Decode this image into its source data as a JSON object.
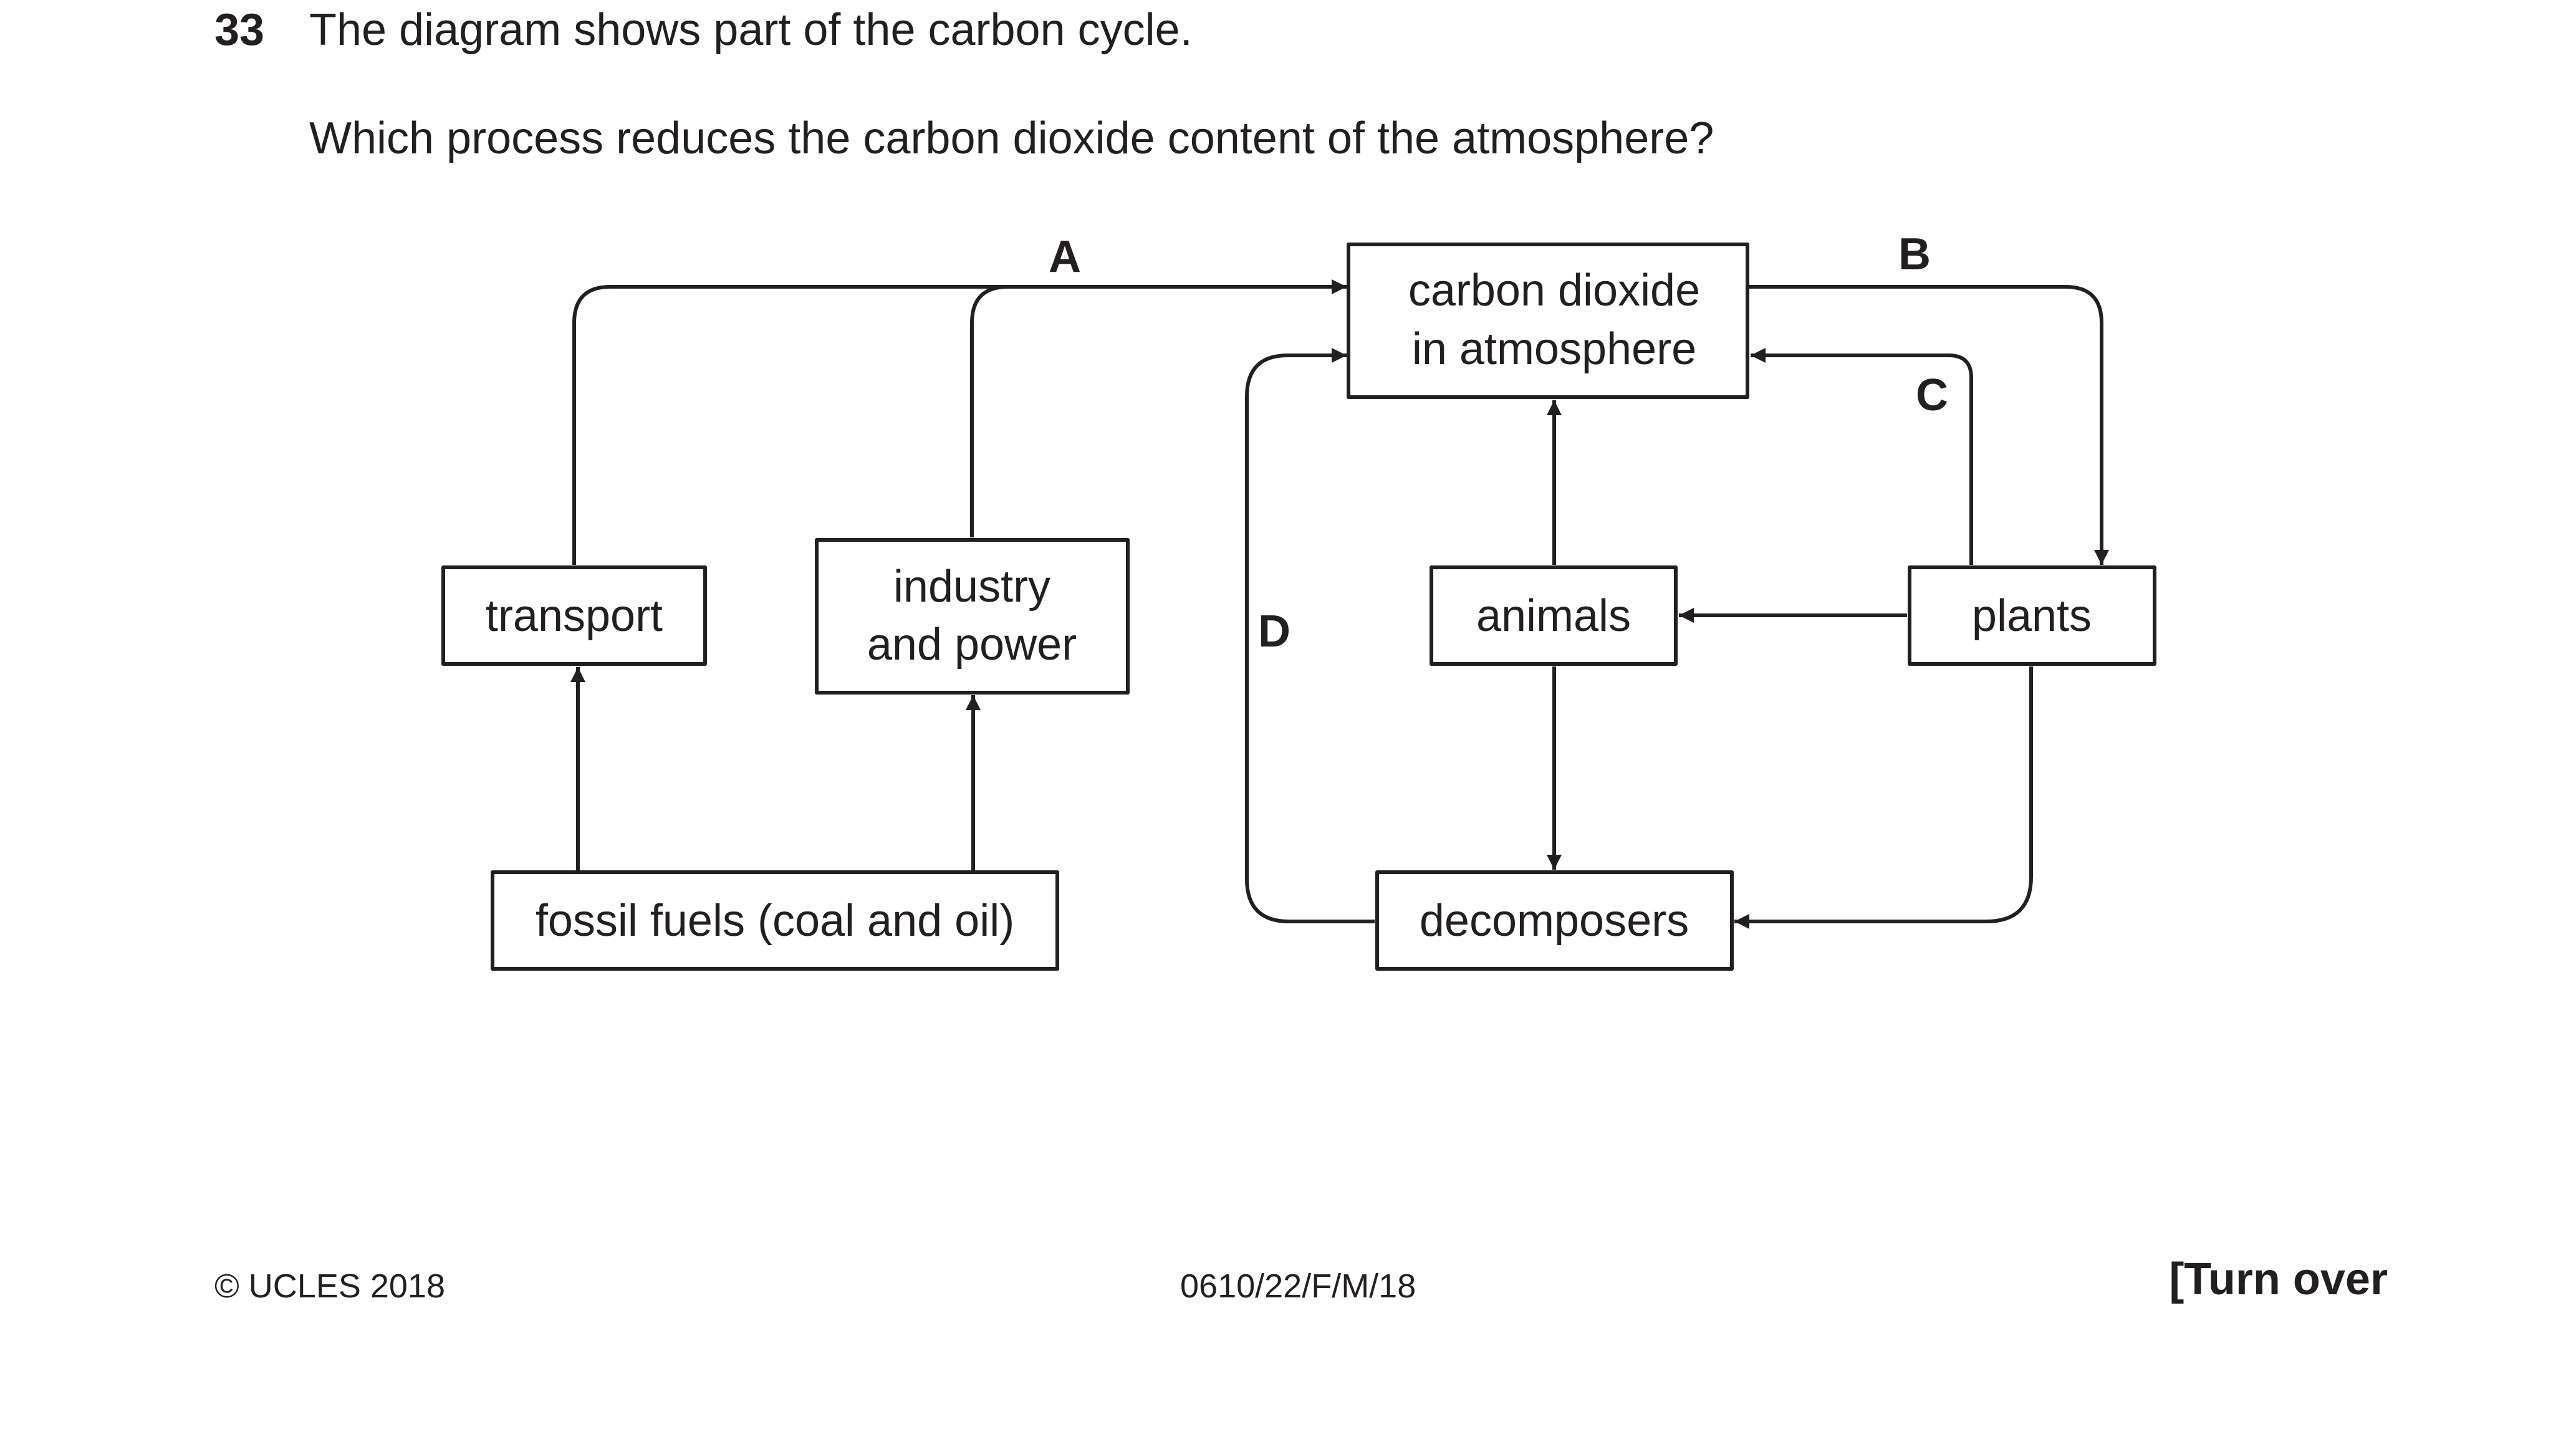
{
  "question": {
    "number": "33",
    "line1": "The diagram shows part of the carbon cycle.",
    "line2": "Which process reduces the carbon dioxide content of the atmosphere?"
  },
  "diagram": {
    "boxes": {
      "carbon_dioxide": [
        "carbon dioxide",
        "in atmosphere"
      ],
      "transport": "transport",
      "industry": [
        "industry",
        "and power"
      ],
      "animals": "animals",
      "plants": "plants",
      "fossil_fuels": "fossil fuels (coal and oil)",
      "decomposers": "decomposers"
    },
    "labels": {
      "a": "A",
      "b": "B",
      "c": "C",
      "d": "D"
    }
  },
  "footer": {
    "copyright": "© UCLES 2018",
    "code": "0610/22/F/M/18",
    "turn_over": "[Turn over"
  }
}
